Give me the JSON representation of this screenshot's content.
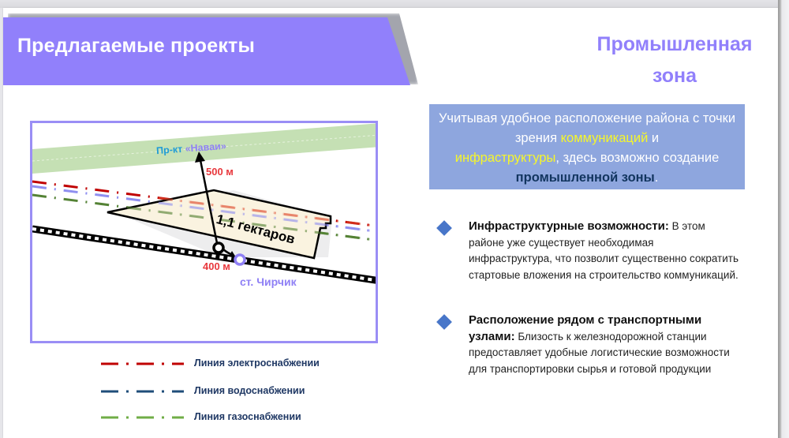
{
  "slide": {
    "banner_title": "Предлагаемые проекты",
    "zone_title_line1": "Промышленная",
    "zone_title_line2": "зона",
    "colors": {
      "accent_purple": "#9180fb",
      "info_box_bg": "#8ea6de",
      "highlight_yellow": "#f6f62a",
      "highlight_dark": "#12355f",
      "bullet_diamond": "#4876c9"
    }
  },
  "info_box": {
    "part1": "Учитывая удобное расположение района с точки зрения ",
    "highlight1": "коммуникаций",
    "part2": " и ",
    "highlight2": "инфраструктуры",
    "part3": ", здесь возможно создание ",
    "highlight3": "промышленной зоны",
    "end": "."
  },
  "bullets": [
    {
      "icon": "diamond-bullet-icon",
      "title": "Инфраструктурные возможности:",
      "body": " В этом районе уже существует необходимая инфраструктура, что позволит существенно сократить стартовые вложения на строительство коммуникаций."
    },
    {
      "icon": "diamond-bullet-icon",
      "title": "Расположение рядом с транспортными узлами:",
      "body": " Близость к железнодорожной станции предоставляет удобные логистические возможности для транспортировки сырья и готовой продукции"
    }
  ],
  "map": {
    "road_label_prefix": "Пр-кт ",
    "road_label_name": "«Навaи»",
    "distance_road": "500 м",
    "distance_station": "400 м",
    "area_label": "1,1 гектаров",
    "station_label": "ст. Чирчик",
    "colors": {
      "road": "#c5e0b4",
      "power_line": "#c00000",
      "water_line": "#8f8ff0",
      "gas_line": "#548235",
      "plot_fill": "#fdf4dd",
      "station": "#8f80f5",
      "distance_text": "#e8383d",
      "road_text_prefix": "#1f9bd6",
      "road_text_name": "#8f80f5"
    }
  },
  "legend": [
    {
      "label": "Линия электроснабжении",
      "color": "#c00000"
    },
    {
      "label": "Линия водоснабжении",
      "color": "#1f4e79"
    },
    {
      "label": "Линия газоснабжении",
      "color": "#70ad47"
    }
  ]
}
